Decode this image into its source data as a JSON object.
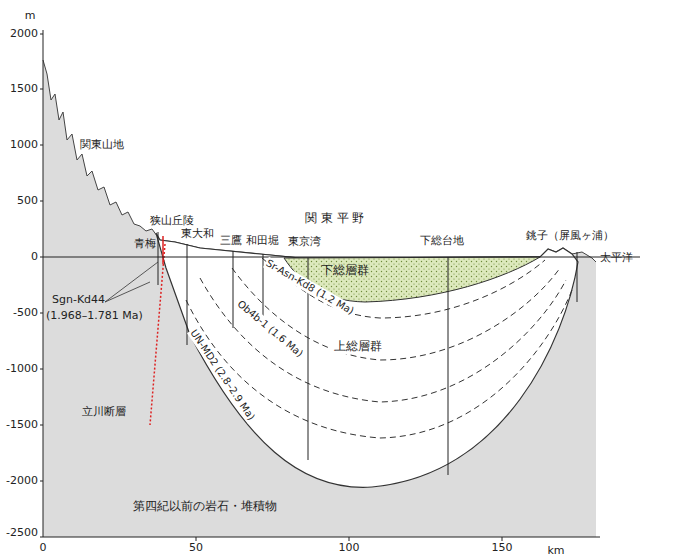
{
  "diagram": {
    "nodes": [
      {
        "text": [
          "下総層群"
        ]
      },
      {
        "text": [
          "上総層群"
        ]
      },
      {
        "text": [
          "第四紀以前の岩石・堆積物"
        ]
      }
    ],
    "labels": [
      "m",
      "2000",
      "1500",
      "1000",
      "500",
      "0",
      "-500",
      "-1000",
      "-1500",
      "-2000",
      "-2500",
      "0",
      "50",
      "100",
      "150",
      "km",
      "関東山地",
      "狭山丘陵",
      "青梅",
      "東大和",
      "三鷹",
      "和田堀",
      "関 東 平 野",
      "東京湾",
      "下総台地",
      "銚子（屏風ヶ浦）",
      "太平洋",
      "Sgn-Kd44",
      "(1.968–1.781 Ma)",
      "立川断層",
      "Sr-Asn-Kd8 (1.2 Ma)",
      "Ob4b-1 (1.6 Ma)",
      "UN-MD2 (2.8–2.9 Ma)"
    ]
  }
}
